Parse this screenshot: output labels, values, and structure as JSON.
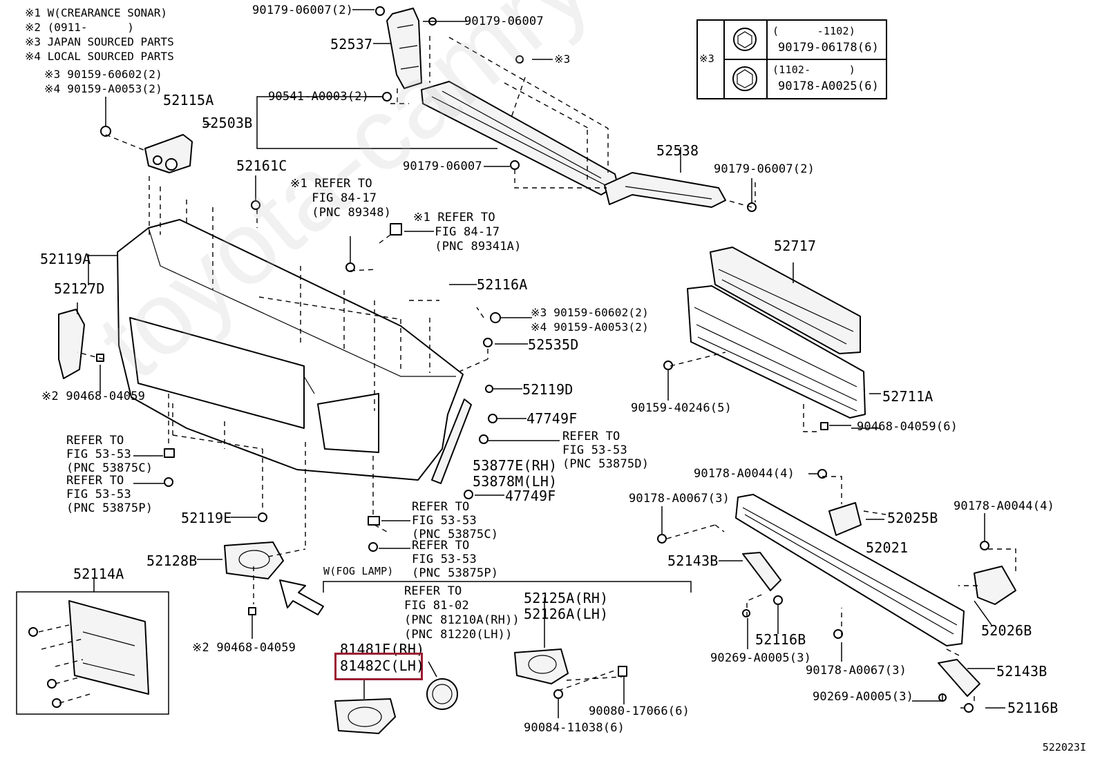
{
  "notes": [
    "※1 W(CREARANCE SONAR)",
    "※2 (0911-      )",
    "※3 JAPAN SOURCED PARTS",
    "※4 LOCAL SOURCED PARTS"
  ],
  "fastener_table": {
    "marker": "※3",
    "rows": [
      {
        "range": "(      -1102)",
        "part": "90179-06178(6)",
        "icon": "hex-nut-icon"
      },
      {
        "range": "(1102-      )",
        "part": "90178-A0025(6)",
        "icon": "flange-nut-icon"
      }
    ]
  },
  "labels": {
    "l90179_06007_2_top": "90179-06007(2)",
    "l52537": "52537",
    "l90179_06007_top": "90179-06007",
    "l3_mark": "※3",
    "l52115A_3": "※3 90159-60602(2)",
    "l52115A_4": "※4 90159-A0053(2)",
    "l52115A": "52115A",
    "l90541": "90541-A0003(2)",
    "l52503B": "52503B",
    "l52538": "52538",
    "l90179_06007_2_right": "90179-06007(2)",
    "l90179_06007_mid": "90179-06007",
    "l52161C": "52161C",
    "l_ref_89348": "※1 REFER TO\n   FIG 84-17\n   (PNC 89348)",
    "l_ref_89341A": "※1 REFER TO\n   FIG 84-17\n   (PNC 89341A)",
    "l52119A": "52119A",
    "l52717": "52717",
    "l52127D": "52127D",
    "l52116A": "52116A",
    "l52116A_3": "※3 90159-60602(2)",
    "l52116A_4": "※4 90159-A0053(2)",
    "l52535D": "52535D",
    "l90468_04059_left": "※2 90468-04059",
    "l52119D": "52119D",
    "l90159_40246": "90159-40246(5)",
    "l52711A": "52711A",
    "l47749F_a": "47749F",
    "l90468_04059_6": "90468-04059(6)",
    "l_ref_53875C_left": "REFER TO\nFIG 53-53\n(PNC 53875C)",
    "l_ref_53875D": "REFER TO\nFIG 53-53\n(PNC 53875D)",
    "l_ref_53875P_left": "REFER TO\nFIG 53-53\n(PNC 53875P)",
    "l53877E": "53877E(RH)",
    "l53878M": "53878M(LH)",
    "l90178_A0044_a": "90178-A0044(4)",
    "l47749F_b": "47749F",
    "l90178_A0067_a": "90178-A0067(3)",
    "l90178_A0044_b": "90178-A0044(4)",
    "l52119E": "52119E",
    "l_ref_53875C_mid": "REFER TO\nFIG 53-53\n(PNC 53875C)",
    "l52025B": "52025B",
    "l_ref_53875P_mid": "REFER TO\nFIG 53-53\n(PNC 53875P)",
    "l52021": "52021",
    "l52128B": "52128B",
    "l52143B_a": "52143B",
    "l_wfog": "W(FOG LAMP)",
    "l52114A": "52114A",
    "l_ref_81210A": "REFER TO\nFIG 81-02\n(PNC 81210A(RH))\n(PNC 81220(LH))",
    "l52125A": "52125A(RH)",
    "l52126A": "52126A(LH)",
    "l52116B_a": "52116B",
    "l52026B": "52026B",
    "l90468_04059_bl": "※2 90468-04059",
    "l81481E": "81481E(RH)",
    "l81482C": "81482C(LH)",
    "l90269_A0005_a": "90269-A0005(3)",
    "l90178_A0067_b": "90178-A0067(3)",
    "l52143B_b": "52143B",
    "l90269_A0005_b": "90269-A0005(3)",
    "l90080": "90080-17066(6)",
    "l52116B_b": "52116B",
    "l90084": "90084-11038(6)"
  },
  "watermark": "toyota-camry.ru",
  "figure_id": "522023I"
}
